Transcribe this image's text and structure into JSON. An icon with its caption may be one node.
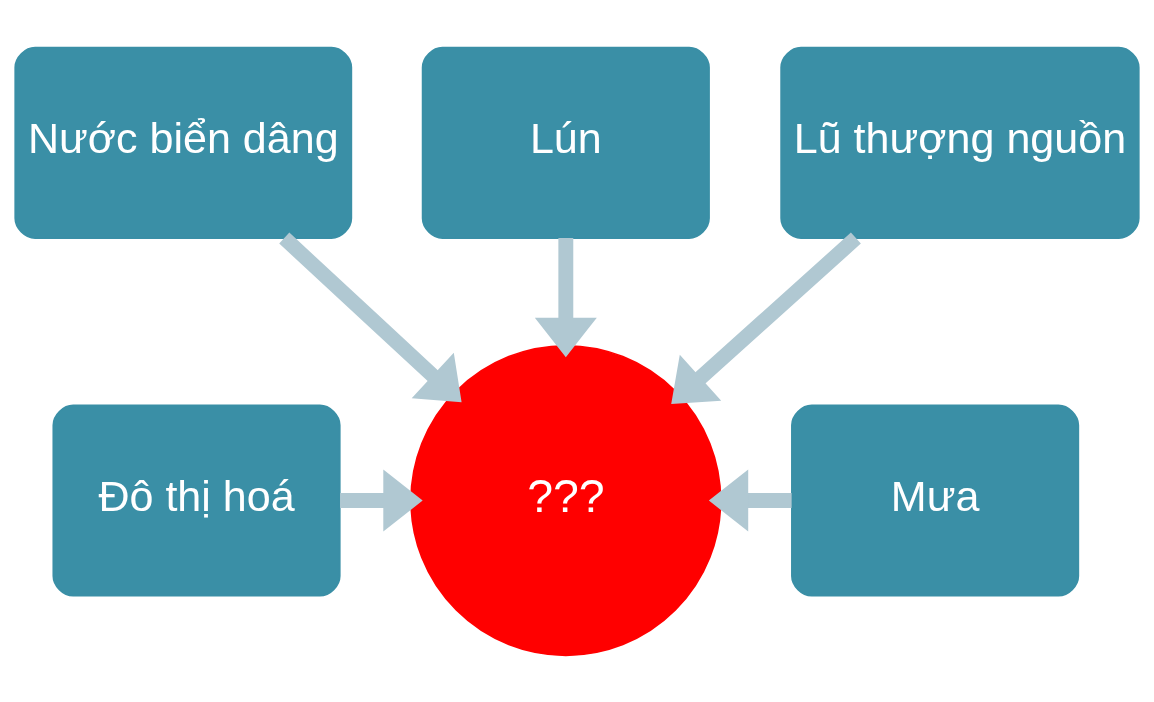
{
  "diagram": {
    "nodes": [
      {
        "text": [
          "Lún"
        ]
      },
      {
        "text": [
          "Nước biển dâng"
        ]
      },
      {
        "text": [
          "Lũ thượng nguồn"
        ]
      },
      {
        "text": [
          "Đô thị hoá"
        ]
      },
      {
        "text": [
          "???"
        ]
      },
      {
        "text": [
          "Mưa"
        ]
      }
    ],
    "edges": [
      {
        "from": 1,
        "to": 4,
        "arrow": "to"
      },
      {
        "from": 0,
        "to": 4,
        "arrow": "to"
      },
      {
        "from": 2,
        "to": 4,
        "arrow": "to"
      },
      {
        "from": 3,
        "to": 4,
        "arrow": "to"
      },
      {
        "from": 5,
        "to": 4,
        "arrow": "to"
      }
    ]
  }
}
